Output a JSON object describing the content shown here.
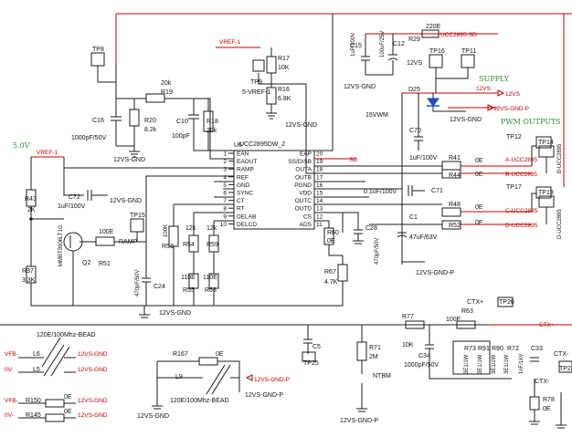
{
  "colors": {
    "wire": "#1c1c1c",
    "net_red": "#c00000",
    "supply_green": "#2e8b2e",
    "background": "#ffffff"
  },
  "ic": {
    "name": "U6",
    "part": "UCC2895DW_2",
    "left_pins": [
      {
        "num": "1",
        "name": "EAN"
      },
      {
        "num": "2",
        "name": "EAOUT"
      },
      {
        "num": "3",
        "name": "RAMP"
      },
      {
        "num": "4",
        "name": "REF"
      },
      {
        "num": "5",
        "name": "GND"
      },
      {
        "num": "6",
        "name": "SYNC"
      },
      {
        "num": "7",
        "name": "CT"
      },
      {
        "num": "8",
        "name": "RT"
      },
      {
        "num": "9",
        "name": "DELAB"
      },
      {
        "num": "10",
        "name": "DELCD"
      }
    ],
    "right_pins": [
      {
        "num": "20",
        "name": "EAP"
      },
      {
        "num": "19",
        "name": "SS/DISB"
      },
      {
        "num": "18",
        "name": "OUTA"
      },
      {
        "num": "17",
        "name": "OUTB"
      },
      {
        "num": "16",
        "name": "PGND"
      },
      {
        "num": "15",
        "name": "VDD"
      },
      {
        "num": "14",
        "name": "OUTC"
      },
      {
        "num": "13",
        "name": "OUTD"
      },
      {
        "num": "12",
        "name": "CS"
      },
      {
        "num": "11",
        "name": "ADS"
      }
    ]
  },
  "section_labels": {
    "supply": "SUPPLY",
    "pwm_outputs": "PWM OUTPUTS",
    "v50": "5.0V"
  },
  "nets": {
    "vref1_top": "VREF-1",
    "vref1_left": "VREF-1",
    "vref1_tp": "5-VREF-1",
    "ucc2895_sd": "UCC2895-SD",
    "sd": "SD",
    "v12s_right": "12VS",
    "v12s_top": "12VS",
    "v12s_gnd_p": "12VS-GND-P",
    "gnd_c16": "12VS-GND",
    "gnd_c72": "12VS-GND",
    "gnd_r16": "12VS-GND",
    "gnd_c15": "12VS-GND",
    "gnd_d25": "12VS-GND",
    "gnd_bottom": "12VS-GND",
    "gnd_c1": "12VS-GND-P",
    "gnd_ntbm": "12VS-GND-P",
    "outa": "A-UCC2895",
    "outb": "B-UCC2895",
    "outc": "C-UCC2895",
    "outd": "D-UCC2895",
    "ctx_p": "CTX+",
    "ctx_m": "CTX-",
    "ctx_p2": "CTX+",
    "ctx_m2": "CTX-"
  },
  "components": {
    "tp8": "TP8",
    "tp9": "TP9",
    "tp16": "TP16",
    "tp11": "TP11",
    "tp12": "TP12",
    "tp14": "TP14",
    "tp15": "TP15",
    "tp17": "TP17",
    "tp19": "TP19",
    "tp25": "TP25",
    "tp26": "TP26",
    "tp_last": "TP2",
    "r17": "R17",
    "r17v": "10K",
    "r16": "R16",
    "r16v": "6.8K",
    "r19": "R19",
    "r19v": "20k",
    "r20": "R20",
    "r20v": "8.2k",
    "r18": "R18",
    "r18v": "20k",
    "c16": "C16",
    "c16v": "1000pF/50V",
    "c10": "C10",
    "c10v": "100pF",
    "c15": "C15",
    "c15v": "1uF/100V",
    "c12": "C12",
    "c12v": "100uF/25V",
    "r29": "R29",
    "r29v": "220E",
    "d25": "D25",
    "d25v": "15VWM",
    "c70": "C70",
    "c70v": "1uF/100V",
    "c71": "C71",
    "c71v": "0.1uF/100V",
    "c1": "C1",
    "c1v": "47uF/63V",
    "r41": "R41",
    "r41v": "0E",
    "r44": "R44",
    "r44v": "0E",
    "r48": "R48",
    "r48v": "0E",
    "r52": "R52",
    "r52v": "0E",
    "r43": "R43",
    "r43v": "2K",
    "c72": "C72",
    "c72v": "1uF/100V",
    "q2": "Q2",
    "q2p": "MMBT3906LT1G",
    "r51": "R51",
    "r51v": "100E",
    "ramp": "RAMP",
    "r37": "R37",
    "r37v": "3.3K",
    "r53": "R53",
    "r53v": "100K",
    "r54": "R54",
    "r54v": "12k",
    "r59": "R59",
    "r59v": "12k",
    "r55": "R55",
    "r55v": "110E",
    "r63": "R63",
    "r63v": "110E",
    "c24": "C24",
    "c24v": "470pF/50V",
    "r60": "R60",
    "r60v": "0E",
    "r67": "R67",
    "r67v": "4.7K",
    "c28": "C28",
    "c28v": "470pF/50V",
    "l6": "L6",
    "l5": "L5",
    "bead1": "120E/100Mhz-BEAD",
    "bead2": "120E/100Mhz-BEAD",
    "r150": "R150",
    "r150v": "0E",
    "r145": "R145",
    "r145v": "0E",
    "r167": "R167",
    "r167v": "0E",
    "l9": "L9",
    "c5": "C5",
    "r71": "R71",
    "r71v": "2M",
    "ntbm": "NTBM",
    "r77": "R77",
    "r77v": "10K",
    "r63b": "R63",
    "r63bv": "100E",
    "c34": "C34",
    "c34v": "1000pF/50V",
    "r73": "R73",
    "r91": "R91",
    "r90": "R90",
    "r72": "R72",
    "c33": "C33",
    "r_arr_v1": "3E1/1W",
    "r_arr_v2": "3E1/1W",
    "r_arr_v3": "3E1/1W",
    "r_arr_v4": "3E1/1W",
    "c33v": "1nF/1kV",
    "r78": "R78",
    "r78v": "0E"
  },
  "left_labels": {
    "vfb_a": "VFB-",
    "gnd_a": "12VS-GND",
    "ov_a": "0V-",
    "gnd_b": "12VS-GND",
    "vfb_b": "VFB-",
    "gnd_c": "12VS-GND",
    "ov_b": "0V-",
    "gnd_d": "12VS-GND",
    "gnd_l9": "12VS-GND",
    "gnd_p_l9": "12VS-GND-P",
    "gnd_p_l9b": "12VS-GND-P"
  }
}
